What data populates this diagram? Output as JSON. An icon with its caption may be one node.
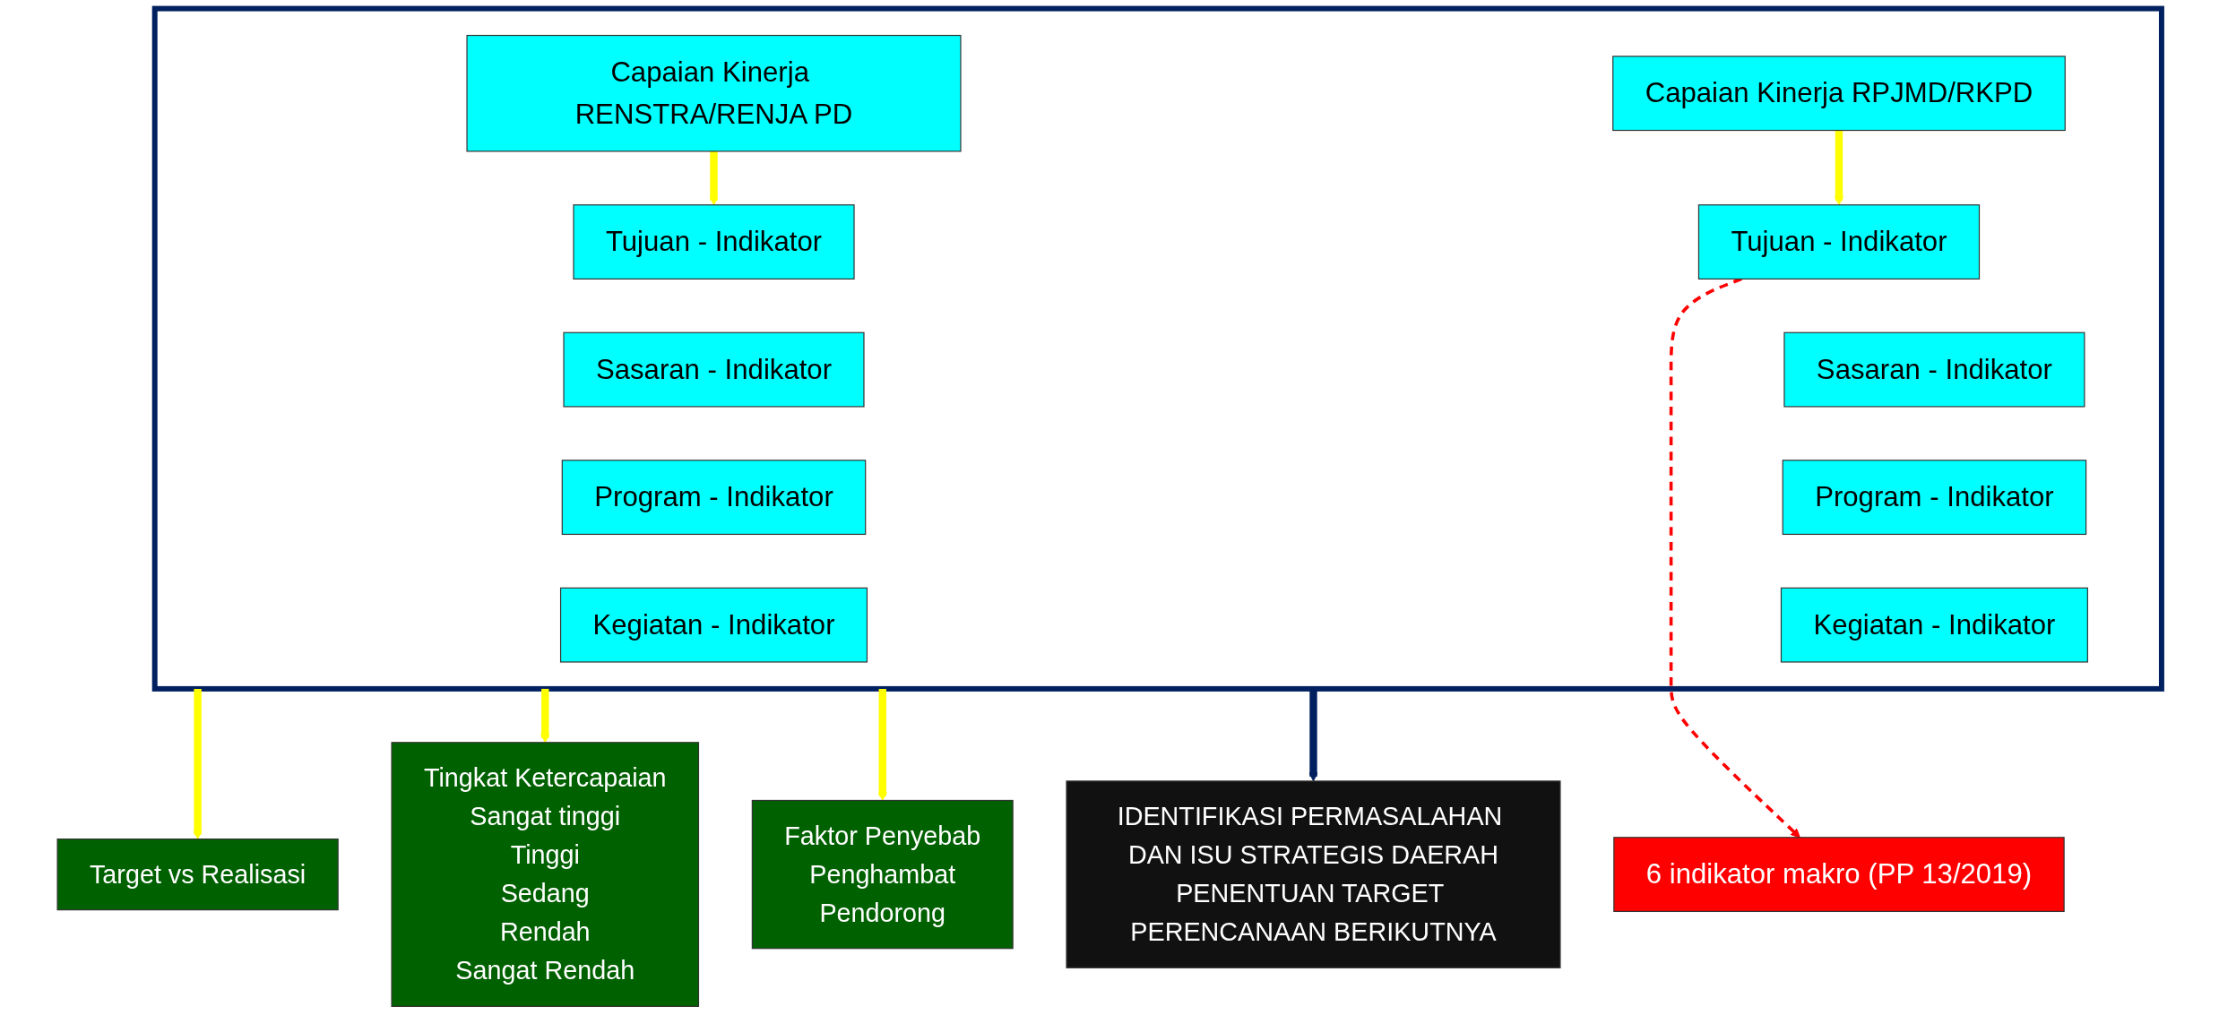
{
  "diagram": {
    "nodes": [
      {
        "text": [],
        "shape": "box"
      },
      {
        "text": [
          "Capaian Kinerja RPJMD/RKPD"
        ],
        "in": 0
      },
      {
        "text": [
          "Capaian Kinerja RENSTRA/RENJA PD"
        ],
        "in": 0
      },
      {
        "text": [
          "Tujuan - Indikator"
        ],
        "in": 0
      },
      {
        "text": [
          "Sasaran - Indikator"
        ],
        "in": 0
      },
      {
        "text": [
          "Program - Indikator"
        ],
        "in": 0
      },
      {
        "text": [
          "Kegiatan - Indikator"
        ],
        "in": 0
      },
      {
        "text": [
          "Tujuan - Indikator"
        ],
        "in": 0
      },
      {
        "text": [
          "Sasaran - Indikator"
        ],
        "in": 0
      },
      {
        "text": [
          "Program - Indikator"
        ],
        "in": 0
      },
      {
        "text": [
          "Kegiatan - Indikator"
        ],
        "in": 0
      },
      {
        "text": [
          "Target vs Realisasi"
        ]
      },
      {
        "text": [
          "Tingkat Ketercapaian",
          "Sangat tinggi",
          "Tinggi",
          "Sedang",
          "Rendah",
          "Sangat Rendah"
        ]
      },
      {
        "text": [
          "Faktor Penyebab",
          "Penghambat",
          "Pendorong"
        ]
      },
      {
        "text": [
          "6 indikator makro (PP 13/2019)"
        ]
      },
      {
        "text": [
          "IDENTIFIKASI PERMASALAHAN DAN ISU STRATEGIS DAERAH",
          "PENENTUAN TARGET PERENCANAAN BERIKUTNYA"
        ]
      }
    ],
    "edges": [
      {
        "from": 1,
        "to": 3,
        "arrow": "to",
        "color": "#ffff00"
      },
      {
        "from": 2,
        "to": 7,
        "arrow": "to",
        "color": "#ffff00"
      },
      {
        "from": 0,
        "to": 11,
        "arrow": "to",
        "color": "#ffff00"
      },
      {
        "from": 0,
        "to": 12,
        "arrow": "to",
        "color": "#ffff00"
      },
      {
        "from": 0,
        "to": 13,
        "arrow": "to",
        "color": "#ffff00"
      },
      {
        "from": 3,
        "to": 14,
        "arrow": "to",
        "style": "dashed",
        "color": "#ff0000"
      },
      {
        "from": 0,
        "to": 15,
        "arrow": "to",
        "color": "#002060"
      }
    ]
  }
}
